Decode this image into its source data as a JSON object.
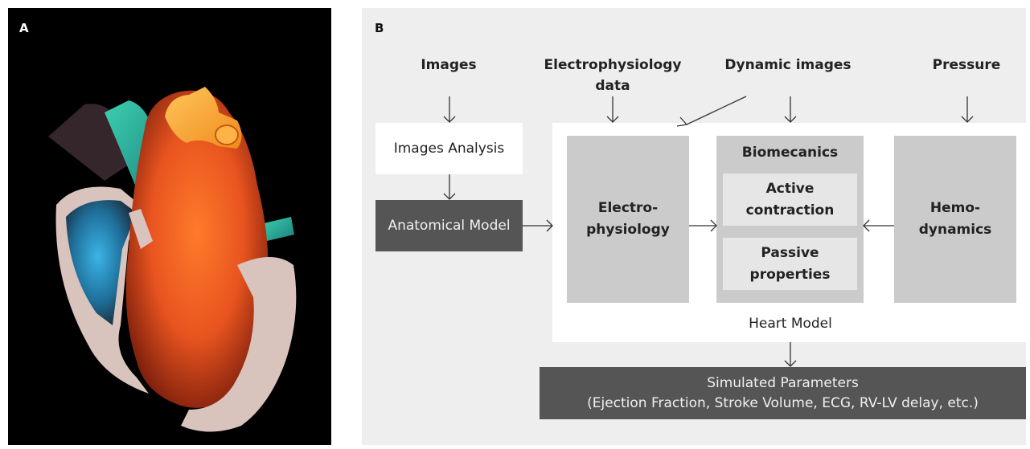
{
  "panel_a": {
    "letter": "A"
  },
  "panel_b": {
    "letter": "B",
    "inputs": {
      "images": "Images",
      "electrophysiology_line1": "Electrophysiology",
      "electrophysiology_line2": "data",
      "dynamic_images": "Dynamic images",
      "pressure": "Pressure"
    },
    "images_analysis": "Images Analysis",
    "anatomical_model": "Anatomical Model",
    "electrophysiology_line1": "Electro-",
    "electrophysiology_line2": "physiology",
    "biomechanics": {
      "title": "Biomecanics",
      "active_line1": "Active",
      "active_line2": "contraction",
      "passive_line1": "Passive",
      "passive_line2": "properties"
    },
    "hemodynamics_line1": "Hemo-",
    "hemodynamics_line2": "dynamics",
    "heart_model": "Heart Model",
    "output_line1": "Simulated Parameters",
    "output_line2": "(Ejection Fraction, Stroke Volume, ECG, RV-LV delay, etc.)"
  },
  "colors": {
    "panel_a_bg": "#000000",
    "panel_b_bg": "#eeeeee",
    "box_gray": "#cbcbcb",
    "box_light": "#e6e6e6",
    "box_dark": "#555555",
    "heart_orange": "#e8541f",
    "heart_blue": "#1f8fc6",
    "heart_wall": "#d9c3bd"
  }
}
